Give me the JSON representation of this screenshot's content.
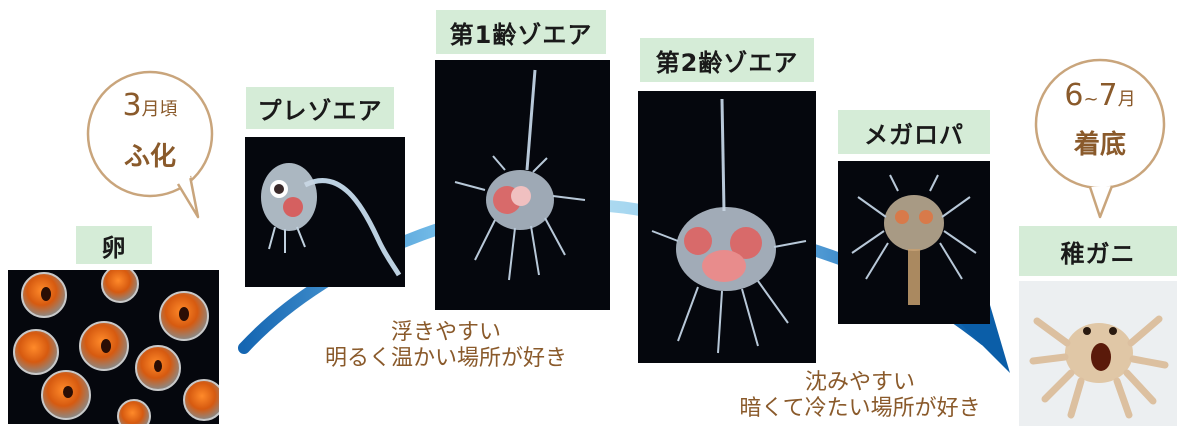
{
  "stages": {
    "egg": "卵",
    "prezoea": "プレゾエア",
    "zoea1": "第1齢ゾエア",
    "zoea2": "第2齢ゾエア",
    "megalopa": "メガロパ",
    "juvenile": "稚ガニ"
  },
  "bubbles": {
    "hatch": {
      "month": "3",
      "month_unit": "月頃",
      "event": "ふ化"
    },
    "settle": {
      "month_from": "6",
      "tilde": "~",
      "month_to": "7",
      "month_unit": "月",
      "event": "着底"
    }
  },
  "notes": {
    "float_line1": "浮きやすい",
    "float_line2": "明るく温かい場所が好き",
    "sink_line1": "沈みやすい",
    "sink_line2": "暗くて冷たい場所が好き"
  },
  "colors": {
    "label_bg": "#d5ecd7",
    "bubble_border": "#c9a57c",
    "text_brown": "#8a5a2b",
    "arrow_light": "#a9d8f0",
    "arrow_dark": "#0b5ea8"
  }
}
